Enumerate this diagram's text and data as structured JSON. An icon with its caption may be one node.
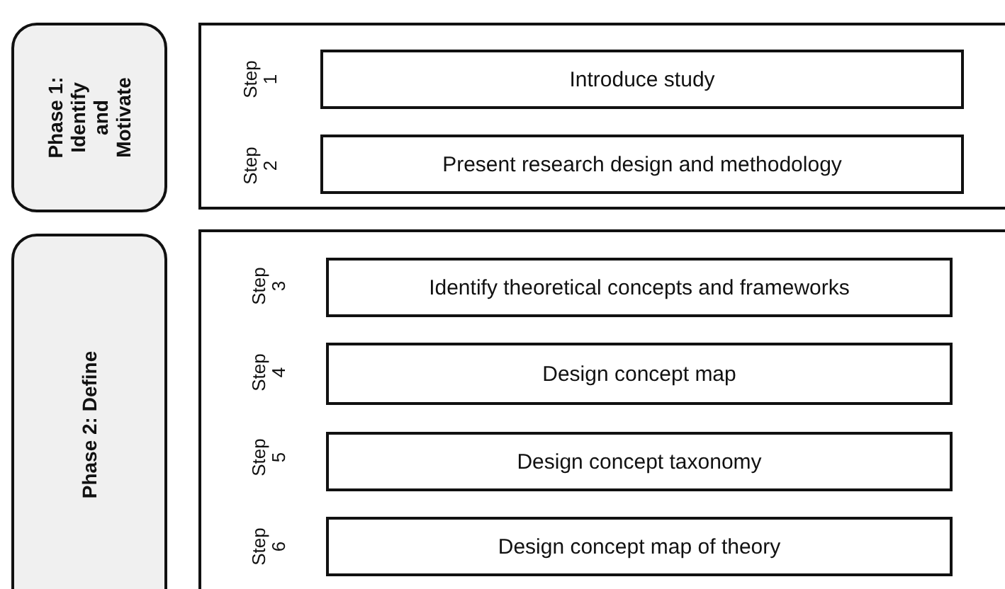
{
  "diagram": {
    "nodes": [
      {
        "text": [
          "Phase 1: Identify and Motivate"
        ]
      },
      {
        "text": [],
        "shape": "box"
      },
      {
        "text": [
          "Introduce study"
        ],
        "in": 1,
        "beside": [
          "Step 1"
        ]
      },
      {
        "text": [
          "Present research design and methodology"
        ],
        "in": 1,
        "beside": [
          "Step 2"
        ]
      },
      {
        "text": [
          "Phase 2: Define"
        ]
      },
      {
        "text": [],
        "shape": "box"
      },
      {
        "text": [
          "Identify theoretical concepts and frameworks"
        ],
        "in": 5,
        "beside": [
          "Step 3"
        ]
      },
      {
        "text": [
          "Design concept map"
        ],
        "in": 5,
        "beside": [
          "Step 4"
        ]
      },
      {
        "text": [
          "Design concept taxonomy"
        ],
        "in": 5,
        "beside": [
          "Step 5"
        ]
      },
      {
        "text": [
          "Design concept map of theory"
        ],
        "in": 5,
        "beside": [
          "Step 6"
        ]
      }
    ]
  }
}
